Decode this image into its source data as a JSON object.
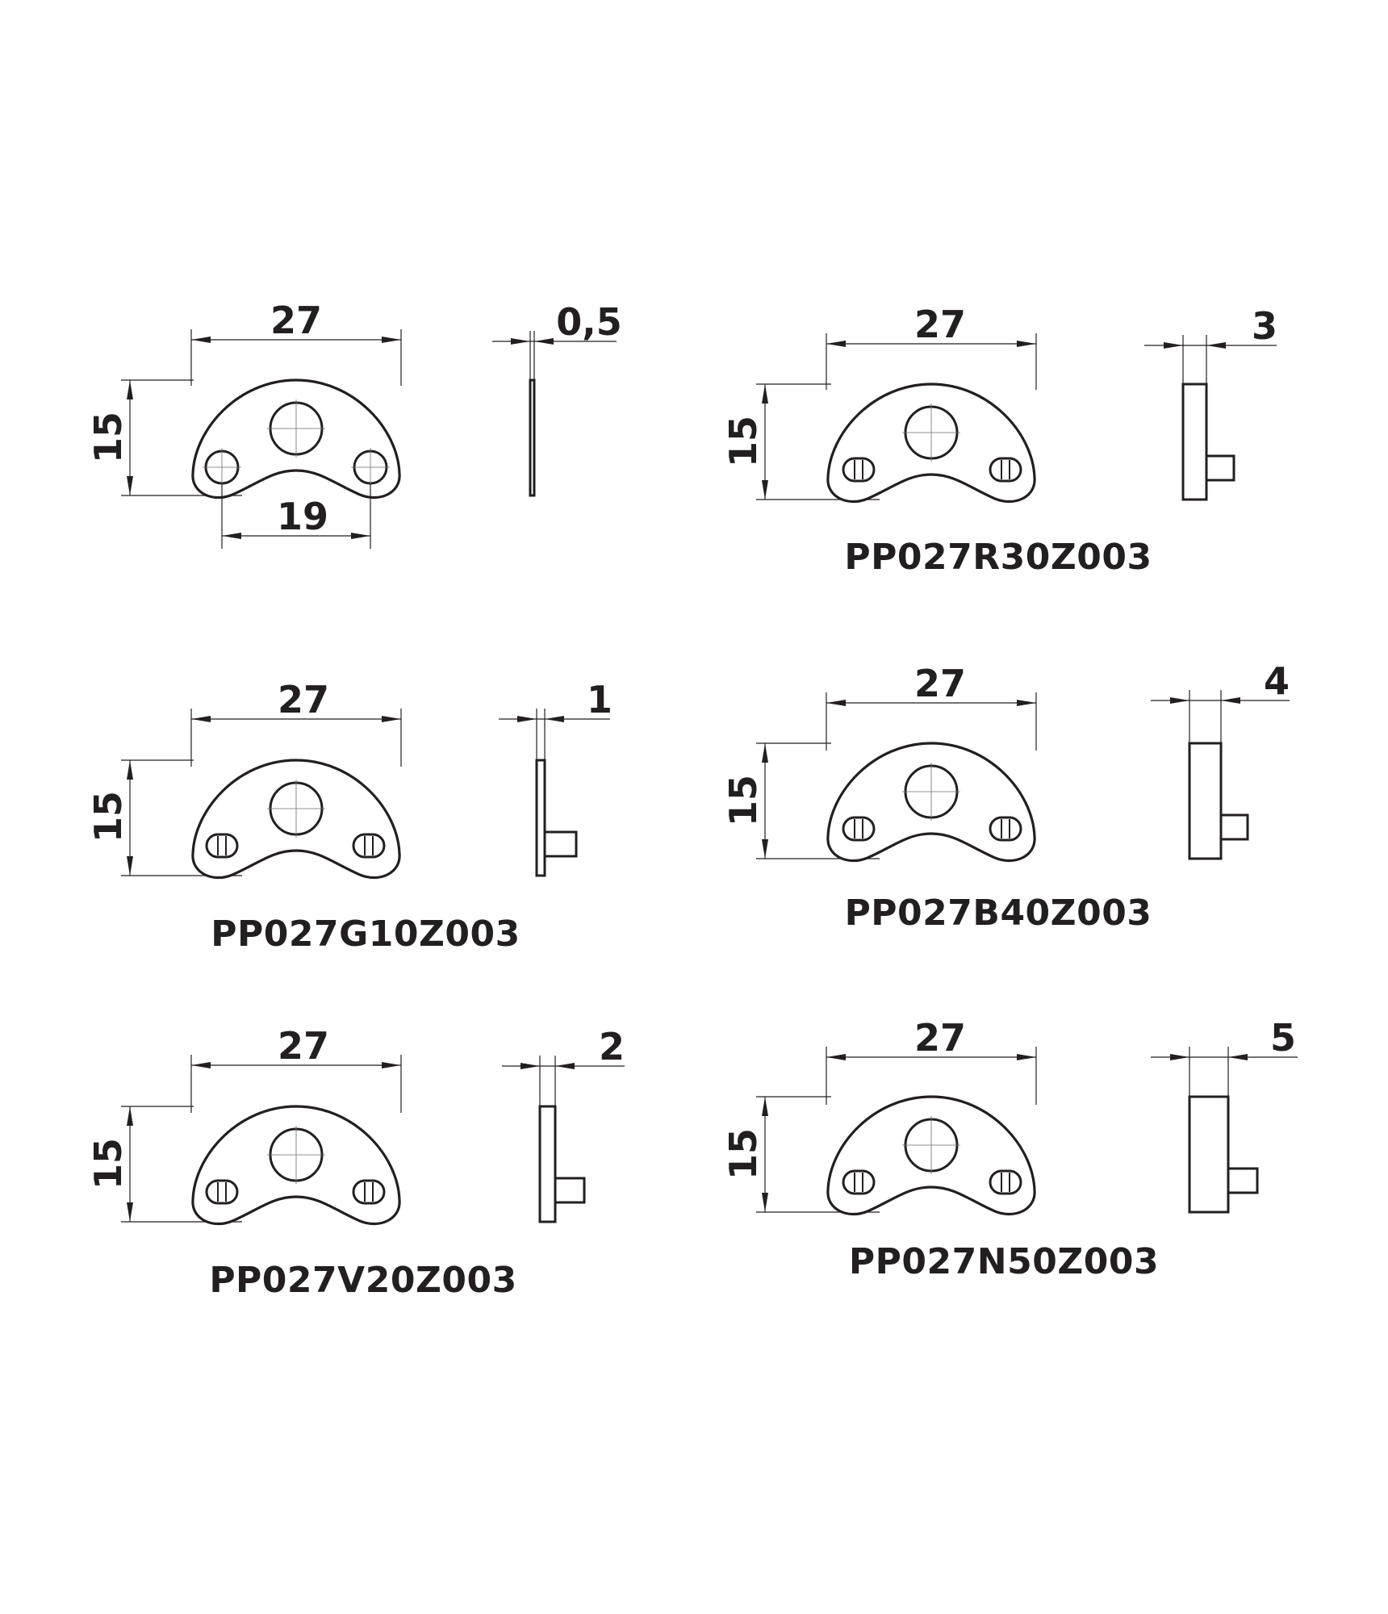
{
  "colors": {
    "line": "#231f20",
    "background": "#ffffff"
  },
  "parts": [
    {
      "id": "base",
      "code": "",
      "width": "27",
      "height": "15",
      "thickness": "0,5",
      "pitch": "19",
      "holes": "round",
      "pin": false
    },
    {
      "id": "r30",
      "code": "PP027R30Z003",
      "width": "27",
      "height": "15",
      "thickness": "3",
      "pitch": "",
      "holes": "slotted",
      "pin": true
    },
    {
      "id": "g10",
      "code": "PP027G10Z003",
      "width": "27",
      "height": "15",
      "thickness": "1",
      "pitch": "",
      "holes": "slotted",
      "pin": true
    },
    {
      "id": "b40",
      "code": "PP027B40Z003",
      "width": "27",
      "height": "15",
      "thickness": "4",
      "pitch": "",
      "holes": "slotted",
      "pin": true
    },
    {
      "id": "v20",
      "code": "PP027V20Z003",
      "width": "27",
      "height": "15",
      "thickness": "2",
      "pitch": "",
      "holes": "slotted",
      "pin": true
    },
    {
      "id": "n50",
      "code": "PP027N50Z003",
      "width": "27",
      "height": "15",
      "thickness": "5",
      "pitch": "",
      "holes": "slotted",
      "pin": true
    }
  ]
}
